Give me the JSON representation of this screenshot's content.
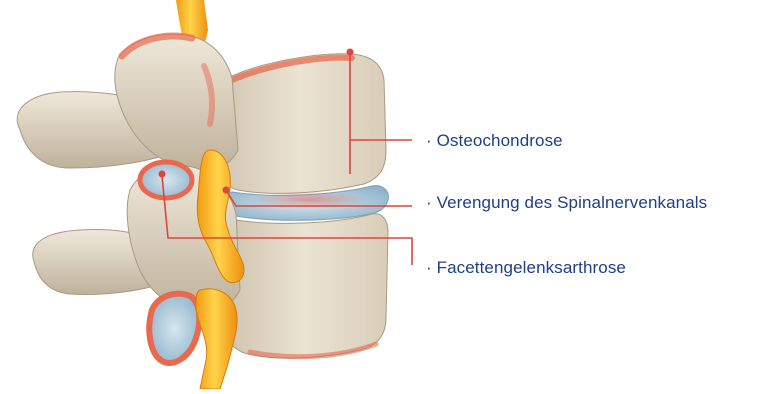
{
  "labels": [
    {
      "id": "osteochondrose",
      "text": "· Osteochondrose"
    },
    {
      "id": "spinal-stenosis",
      "text": "· Verengung des Spinalnervenkanals"
    },
    {
      "id": "facet-arthrosis",
      "text": "· Facettengelenksarthrose"
    }
  ],
  "colors": {
    "label_text": "#1f3f86",
    "leader_line": "#e0453a",
    "bone": "#e6dccb",
    "bone_shadow": "#b9ad98",
    "inflamed": "#ec6a4d",
    "nerve": "#f6a81c",
    "disc": "#9fc2d8"
  }
}
